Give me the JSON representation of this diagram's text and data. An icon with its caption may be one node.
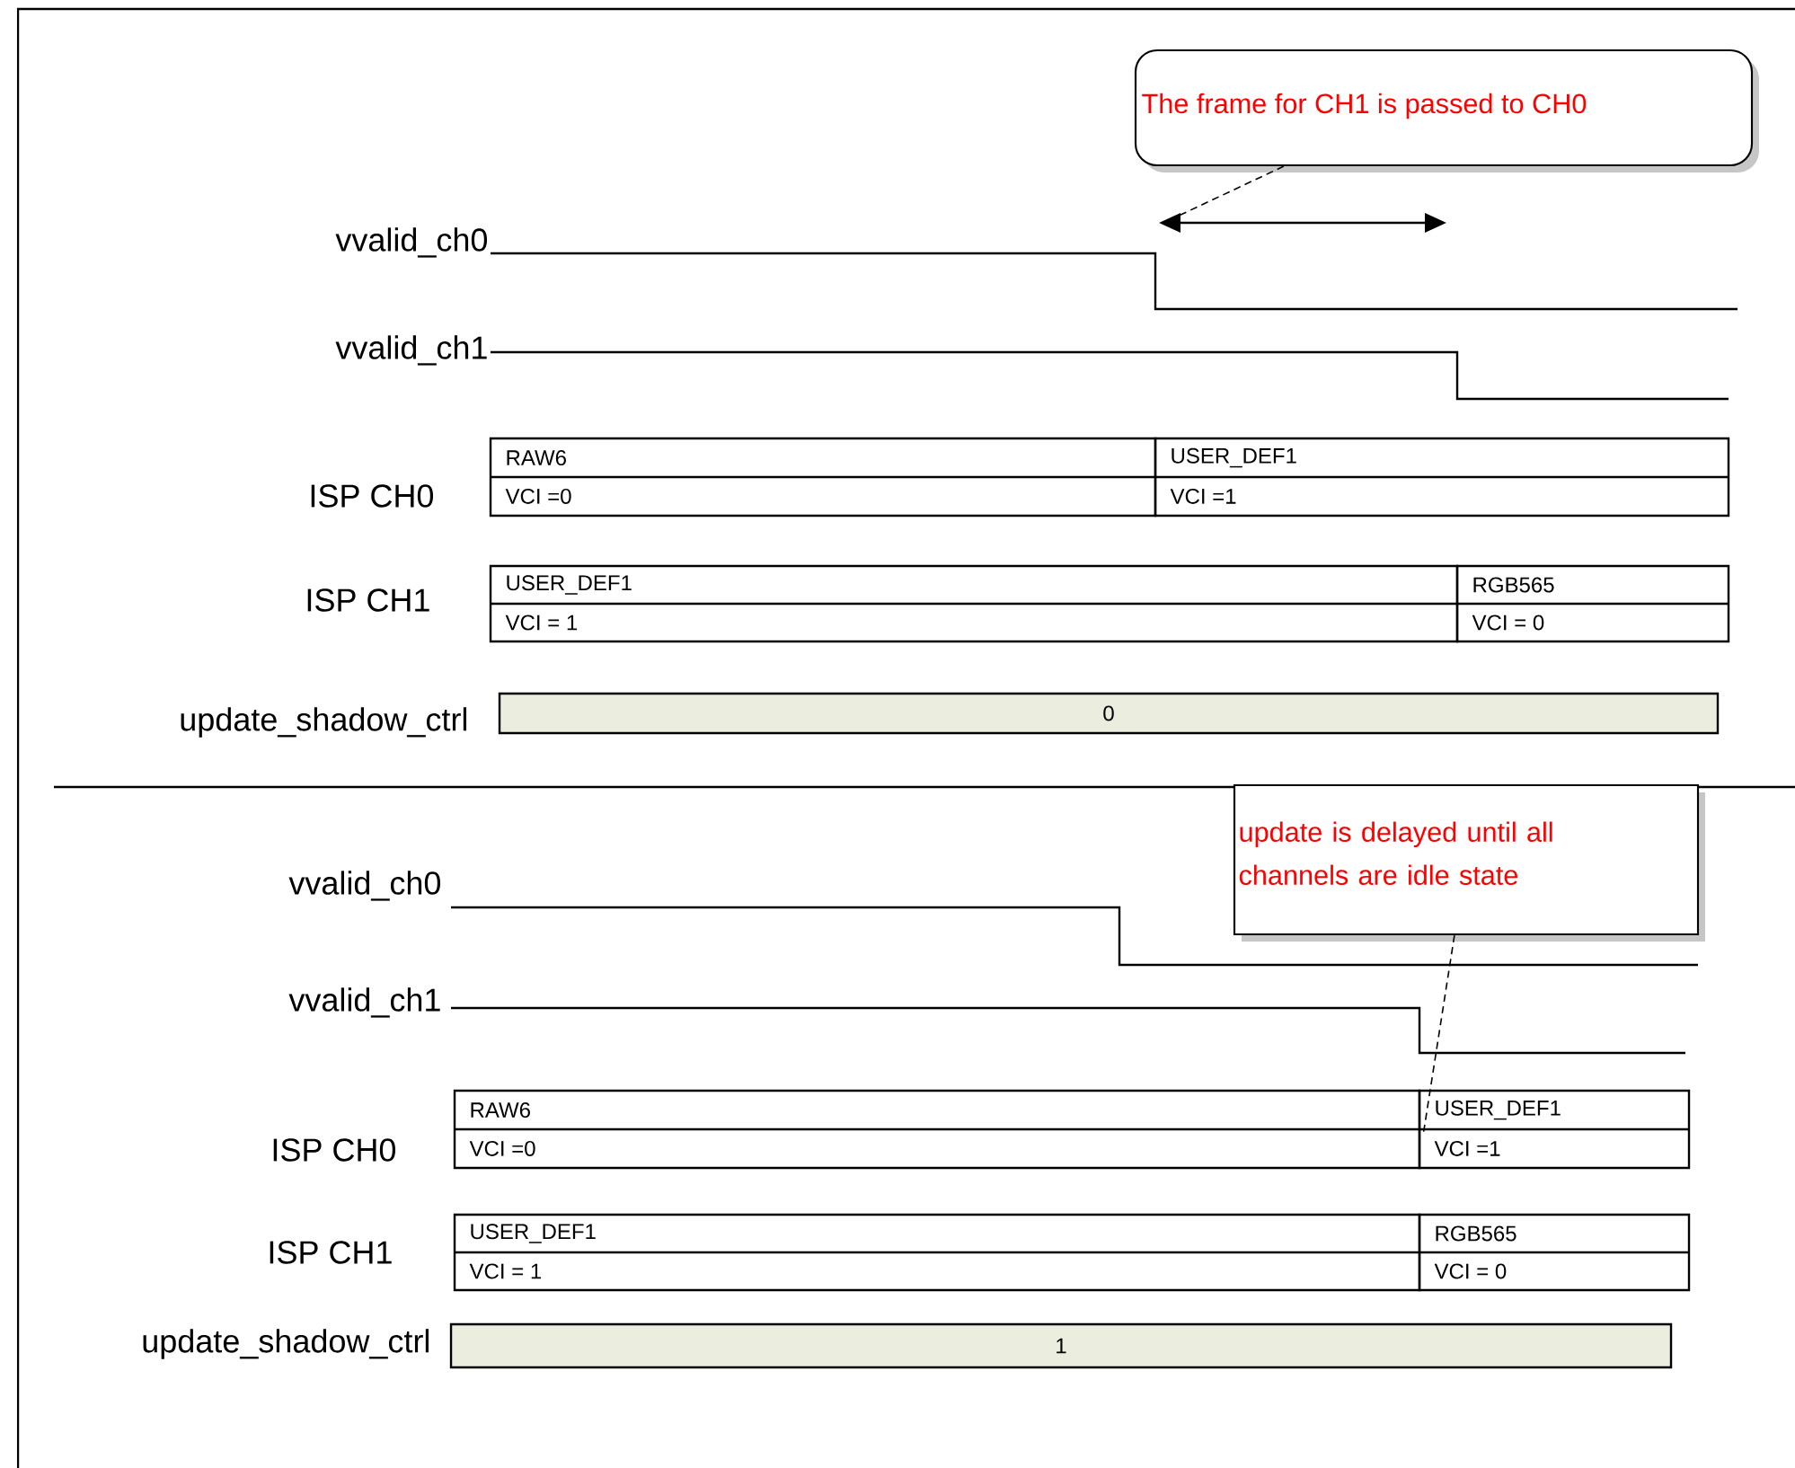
{
  "diagram": {
    "nodes": [
      {
        "text": [
          "The frame for CH1 is passed to CH0"
        ]
      },
      {
        "text": [
          "RAW6",
          "VCI =0"
        ]
      },
      {
        "text": [
          "USER_DEF1",
          "VCI =1"
        ]
      },
      {
        "text": [
          "USER_DEF1",
          "VCI = 1"
        ]
      },
      {
        "text": [
          "RGB565",
          "VCI = 0"
        ]
      },
      {
        "text": [
          "0"
        ]
      },
      {
        "text": [
          "update is delayed until all channels are idle state"
        ]
      },
      {
        "text": [
          "RAW6",
          "VCI =0"
        ]
      },
      {
        "text": [
          "USER_DEF1",
          "VCI =1"
        ]
      },
      {
        "text": [
          "USER_DEF1",
          "VCI = 1"
        ]
      },
      {
        "text": [
          "RGB565",
          "VCI = 0"
        ]
      },
      {
        "text": [
          "1"
        ]
      },
      {
        "text": [],
        "shape": "arrow"
      }
    ],
    "edges": [
      {
        "from": 0,
        "to": 12,
        "arrow": "none",
        "style": "dashed"
      },
      {
        "from": 6,
        "to": 8,
        "arrow": "none",
        "style": "dashed"
      }
    ],
    "labels": [
      "vvalid_ch0",
      "vvalid_ch1",
      "ISP CH0",
      "ISP CH1",
      "update_shadow_ctrl",
      "vvalid_ch0",
      "vvalid_ch1",
      "ISP CH0",
      "ISP CH1",
      "update_shadow_ctrl"
    ]
  }
}
